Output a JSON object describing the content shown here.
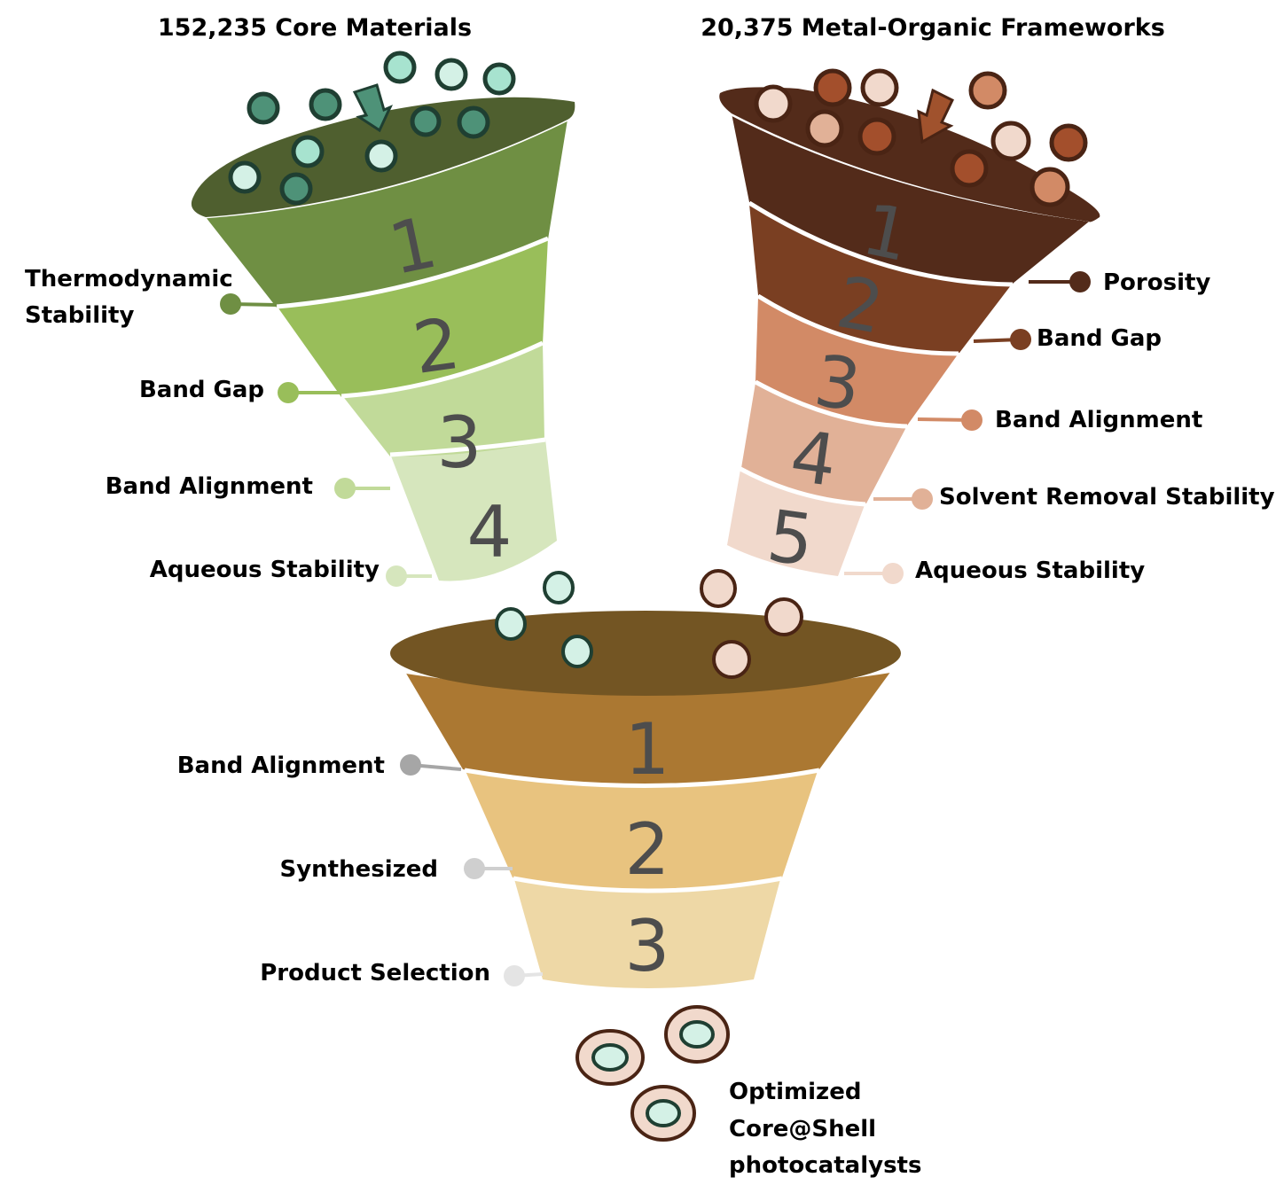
{
  "funnels": {
    "core": {
      "title": "152,235 Core Materials",
      "rim_color": "#4f5f2f",
      "arrow_color": "#4e9278",
      "stages": [
        {
          "number": "1",
          "label": "Thermodynamic",
          "label2": "Stability",
          "color": "#6f8f43"
        },
        {
          "number": "2",
          "label": "Band Gap",
          "color": "#99be5a"
        },
        {
          "number": "3",
          "label": "Band Alignment",
          "color": "#c1da99"
        },
        {
          "number": "4",
          "label": "Aqueous Stability",
          "color": "#d6e6bd"
        }
      ],
      "particle_colors": {
        "dark": "#4e9278",
        "mid": "#a7e3cf",
        "light": "#d4f1e6",
        "outline": "#1f3f32"
      }
    },
    "mof": {
      "title": "20,375 Metal-Organic Frameworks",
      "rim_color": "#532b1a",
      "arrow_color": "#a0522d",
      "stages": [
        {
          "number": "1",
          "label": "Porosity",
          "color": "#532b1a"
        },
        {
          "number": "2",
          "label": "Band Gap",
          "color": "#7a3f22"
        },
        {
          "number": "3",
          "label": "Band Alignment",
          "color": "#d28a66"
        },
        {
          "number": "4",
          "label": "Solvent Removal Stability",
          "color": "#e1b197"
        },
        {
          "number": "5",
          "label": "Aqueous Stability",
          "color": "#f1d9cc"
        }
      ],
      "particle_colors": {
        "dark": "#a34f2c",
        "mid": "#d28a66",
        "light": "#f1d9cc",
        "tan": "#e1b197",
        "outline": "#4a2414"
      }
    },
    "combined": {
      "rim_color": "#735523",
      "stages": [
        {
          "number": "1",
          "label": "Band Alignment",
          "color": "#ab7832",
          "dot": "#a6a6a6"
        },
        {
          "number": "2",
          "label": "Synthesized",
          "color": "#e8c37f",
          "dot": "#cfcfcf"
        },
        {
          "number": "3",
          "label": "Product Selection",
          "color": "#eed8a6",
          "dot": "#e4e4e4"
        }
      ]
    }
  },
  "output": {
    "label_lines": [
      "Optimized",
      "Core@Shell",
      "photocatalysts"
    ],
    "shell_color": "#f1d9cc",
    "core_color": "#d4f1e6"
  }
}
